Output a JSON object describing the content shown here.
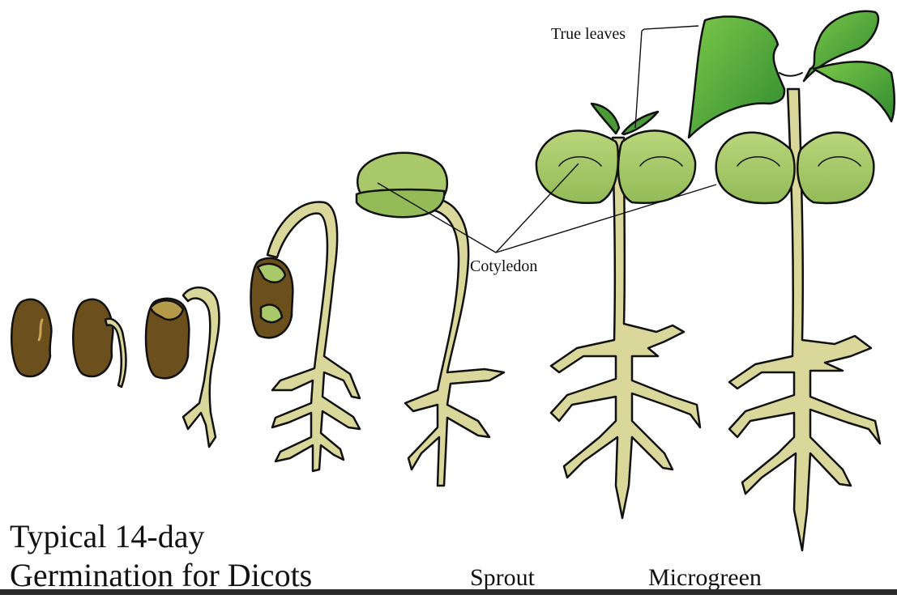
{
  "caption": {
    "line1": "Typical 14-day",
    "line2": "Germination for Dicots"
  },
  "labels": {
    "true_leaves": "True leaves",
    "cotyledon": "Cotyledon",
    "sprout": "Sprout",
    "microgreen": "Microgreen"
  },
  "stages": [
    {
      "stage": 1,
      "depicts": "dry seed"
    },
    {
      "stage": 2,
      "depicts": "seed with emerging radicle"
    },
    {
      "stage": 3,
      "depicts": "seed with root"
    },
    {
      "stage": 4,
      "depicts": "hooked stem with branching roots"
    },
    {
      "stage": 5,
      "depicts": "sprout with opening cotyledons"
    },
    {
      "stage": 6,
      "depicts": "seedling with cotyledons and emerging true leaves"
    },
    {
      "stage": 7,
      "depicts": "microgreen with true leaves"
    }
  ],
  "colors": {
    "seed": "#6b4f1d",
    "seed_dark": "#4a3512",
    "stem": "#d9d79a",
    "cotyledon": "#a8c86a",
    "true_leaf": "#5aa83a",
    "outline": "#111111"
  }
}
